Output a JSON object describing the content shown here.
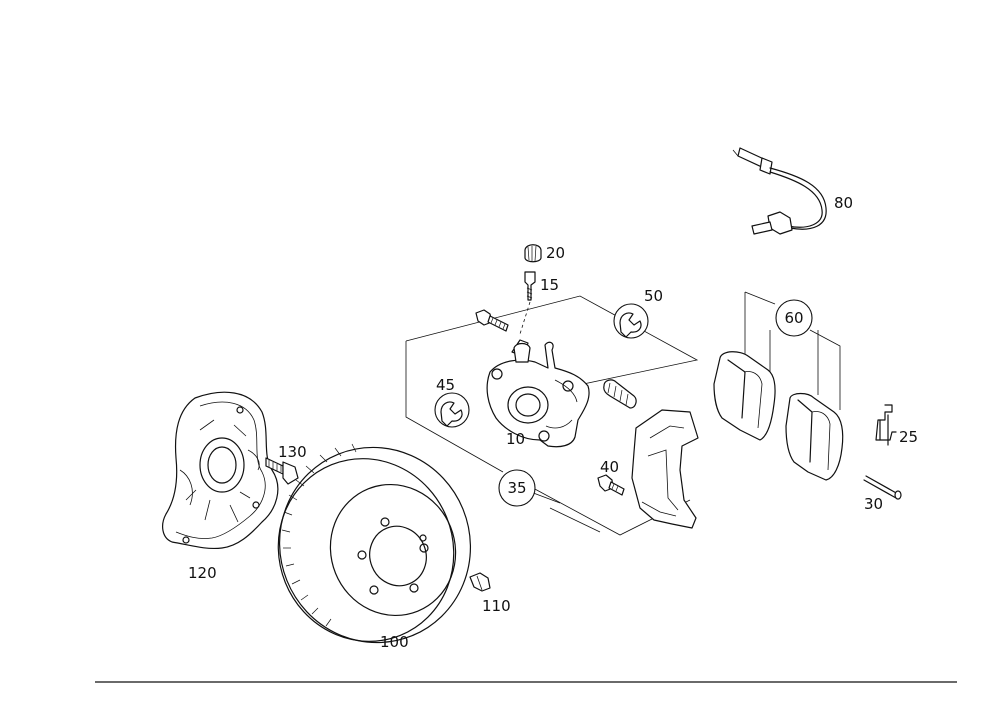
{
  "parts": [
    {
      "id": "p10",
      "number": "10"
    },
    {
      "id": "p15",
      "number": "15"
    },
    {
      "id": "p20",
      "number": "20"
    },
    {
      "id": "p25",
      "number": "25"
    },
    {
      "id": "p30",
      "number": "30"
    },
    {
      "id": "p35",
      "number": "35"
    },
    {
      "id": "p40",
      "number": "40"
    },
    {
      "id": "p45",
      "number": "45"
    },
    {
      "id": "p50",
      "number": "50"
    },
    {
      "id": "p60",
      "number": "60"
    },
    {
      "id": "p80",
      "number": "80"
    },
    {
      "id": "p100",
      "number": "100"
    },
    {
      "id": "p110",
      "number": "110"
    },
    {
      "id": "p120",
      "number": "120"
    },
    {
      "id": "p130",
      "number": "130"
    }
  ],
  "icons": {
    "wrench": "wrench-icon"
  },
  "colors": {
    "line": "#111111",
    "background": "#ffffff"
  }
}
